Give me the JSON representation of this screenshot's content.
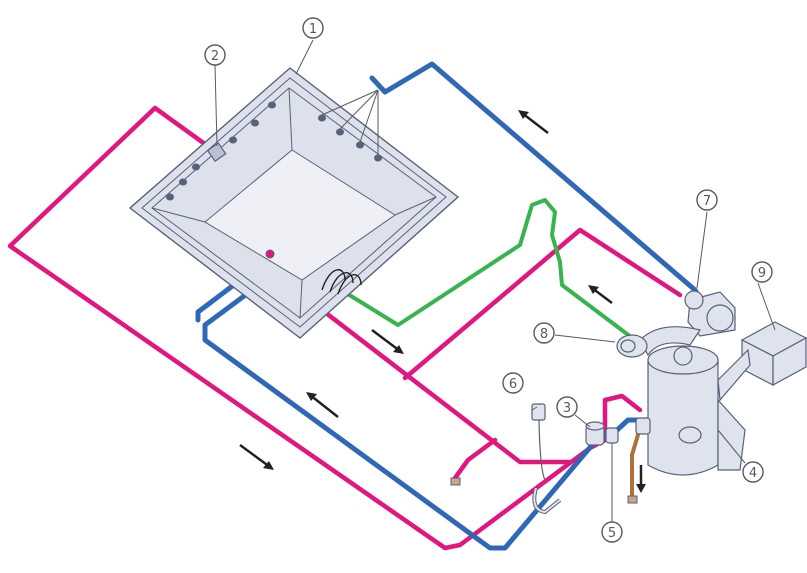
{
  "colors": {
    "supply_pink": "#e3157f",
    "return_blue": "#2f68b8",
    "green_line": "#35b54b",
    "drain_brown": "#b0703a",
    "equipment_fill": "#dfe3ee",
    "outline": "#59607a",
    "flow_arrow": "#222222"
  },
  "callouts": {
    "c1": "1",
    "c2": "2",
    "c3": "3",
    "c4": "4",
    "c5": "5",
    "c6": "6",
    "c7": "7",
    "c8": "8",
    "c9": "9"
  }
}
